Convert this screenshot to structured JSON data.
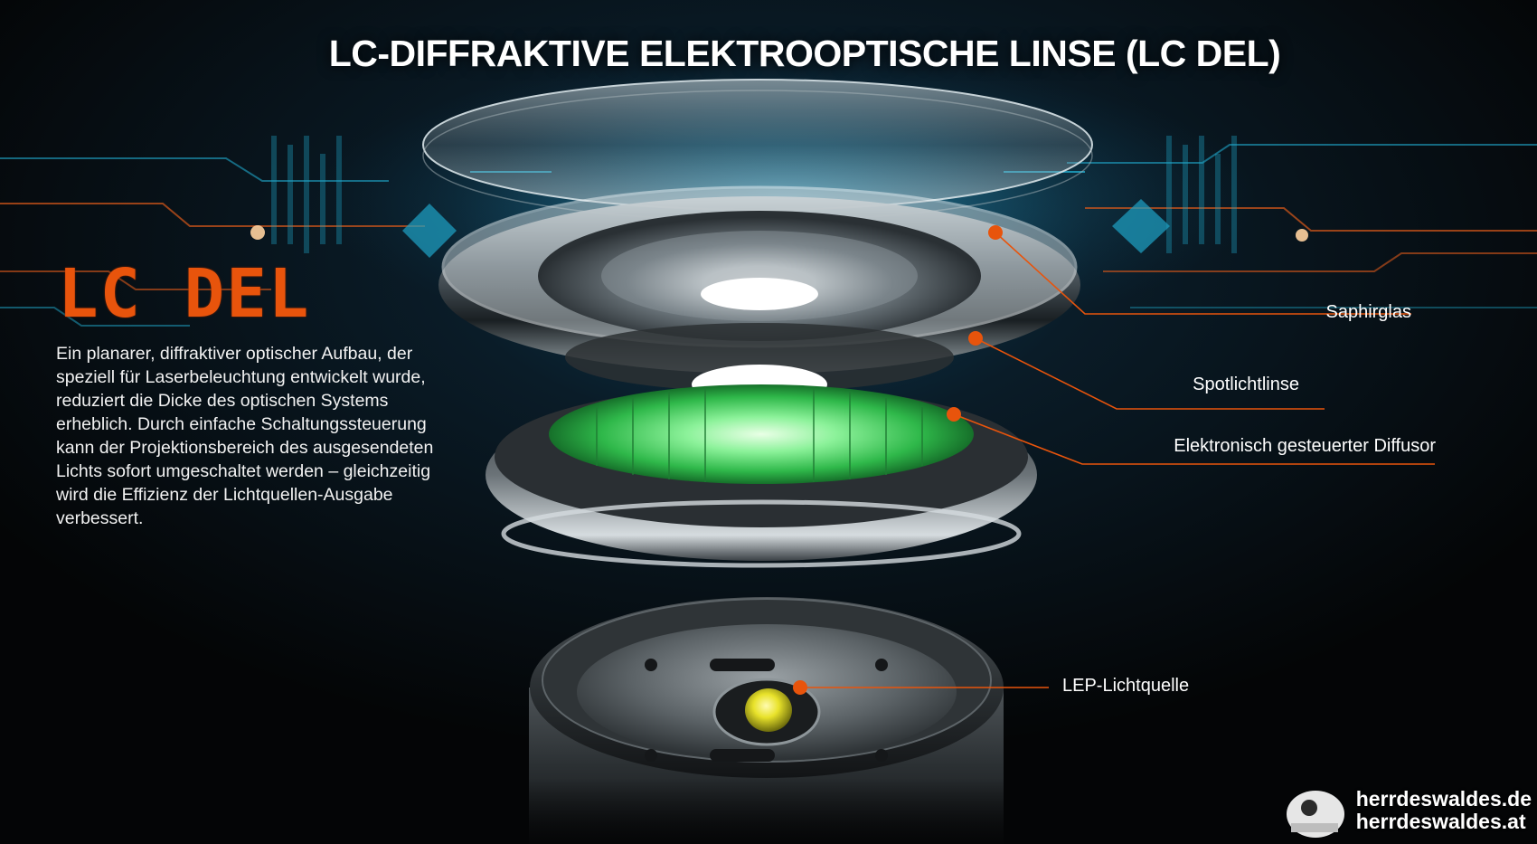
{
  "title": "LC-DIFFRAKTIVE ELEKTROOPTISCHE LINSE (LC DEL)",
  "brand_label": "LC DEL",
  "description": "Ein planarer, diffraktiver optischer Aufbau, der speziell für Laserbeleuchtung entwickelt wurde, reduziert die Dicke des optischen Systems erheblich. Durch einfache Schaltungssteuerung kann der Projektionsbereich des ausgesendeten Lichts sofort umgeschaltet werden – gleichzeitig wird die Effizienz der Lichtquellen-Ausgabe verbessert.",
  "callouts": {
    "sapphire": "Saphirglas",
    "spot_lens": "Spotlichtlinse",
    "diffuser": "Elektronisch gesteuerter Diffusor",
    "light_source": "LEP-Lichtquelle"
  },
  "watermark": {
    "line1": "herrdeswaldes.de",
    "line2": "herrdeswaldes.at"
  },
  "colors": {
    "accent_orange": "#e8540c",
    "circuit_cyan": "#1fa7c9",
    "diffuser_green": "#3fcf5a",
    "led_yellow": "#e8e22a"
  }
}
